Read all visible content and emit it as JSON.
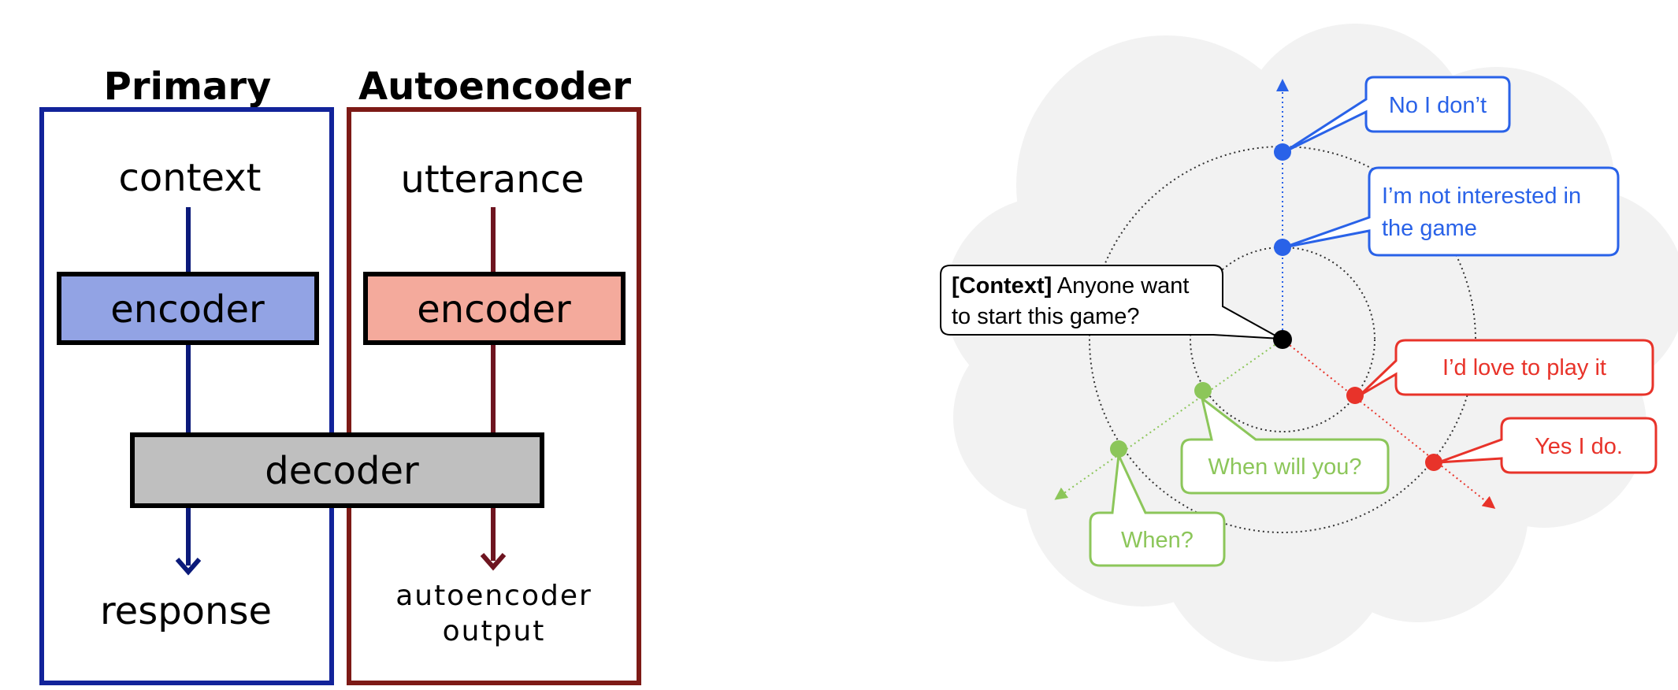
{
  "left_diagram": {
    "primary_title": "Primary",
    "autoencoder_title": "Autoencoder",
    "context_label": "context",
    "utterance_label": "utterance",
    "primary_encoder_label": "encoder",
    "autoencoder_encoder_label": "encoder",
    "decoder_label": "decoder",
    "response_label": "response",
    "autoencoder_output_line1": "autoencoder",
    "autoencoder_output_line2": "output",
    "colors": {
      "primary_frame": "#12239a",
      "autoencoder_frame": "#7d1a16",
      "primary_encoder_fill": "#92a3e4",
      "autoencoder_encoder_fill": "#f4aa9c",
      "decoder_fill": "#bfbfbf",
      "primary_arrow": "#0b1a7a",
      "autoencoder_arrow": "#6e1520"
    }
  },
  "right_diagram": {
    "context_bold": "[Context]",
    "context_rest_line1": " Anyone want",
    "context_line2": "to start this game?",
    "blue_label_1": "No I don’t",
    "blue_label_2_line1": "I’m not interested in",
    "blue_label_2_line2": "the game",
    "red_label_1": "I’d love to play it",
    "red_label_2": "Yes I do.",
    "green_label_1": "When will you?",
    "green_label_2": "When?",
    "colors": {
      "blue": "#2962e8",
      "red": "#e8332a",
      "green": "#8cc65a",
      "cloud": "#f2f2f2",
      "context_point": "#000000"
    }
  }
}
